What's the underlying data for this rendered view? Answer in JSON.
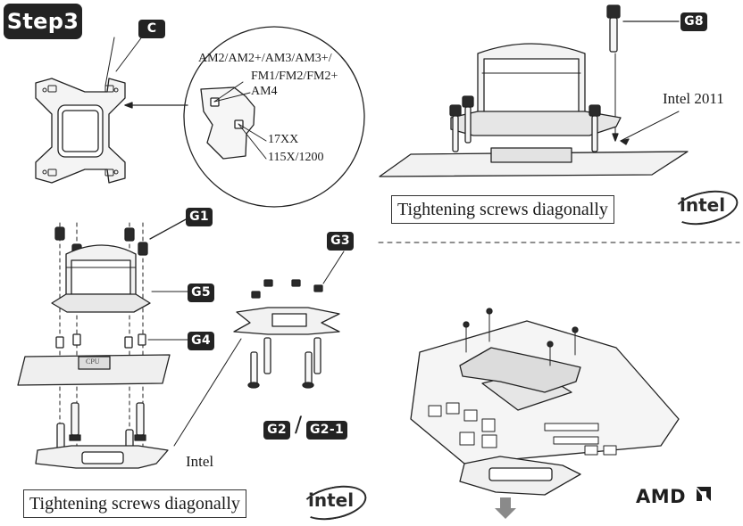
{
  "step": {
    "label": "Step3"
  },
  "tags": {
    "c": "C",
    "g1": "G1",
    "g2": "G2",
    "g2_1": "G2-1",
    "g3": "G3",
    "g4": "G4",
    "g5": "G5",
    "g8": "G8",
    "separator": "/"
  },
  "callout": {
    "amd_line1": "AM2/AM2+/AM3/AM3+/",
    "amd_line2": "FM1/FM2/FM2+",
    "amd_line3": "AM4",
    "intel_17xx": "17XX",
    "intel_115x": "115X/1200"
  },
  "labels": {
    "intel": "Intel",
    "intel_2011": "Intel 2011",
    "cpu": "CPU",
    "tighten_left": "Tightening screws diagonally",
    "tighten_right": "Tightening screws diagonally"
  },
  "logos": {
    "intel_left": "intel",
    "intel_right": "intel",
    "amd": "AMD"
  },
  "icons": {
    "down_arrow": "down-arrow-icon",
    "amd_mark": "amd-arrow-icon"
  }
}
